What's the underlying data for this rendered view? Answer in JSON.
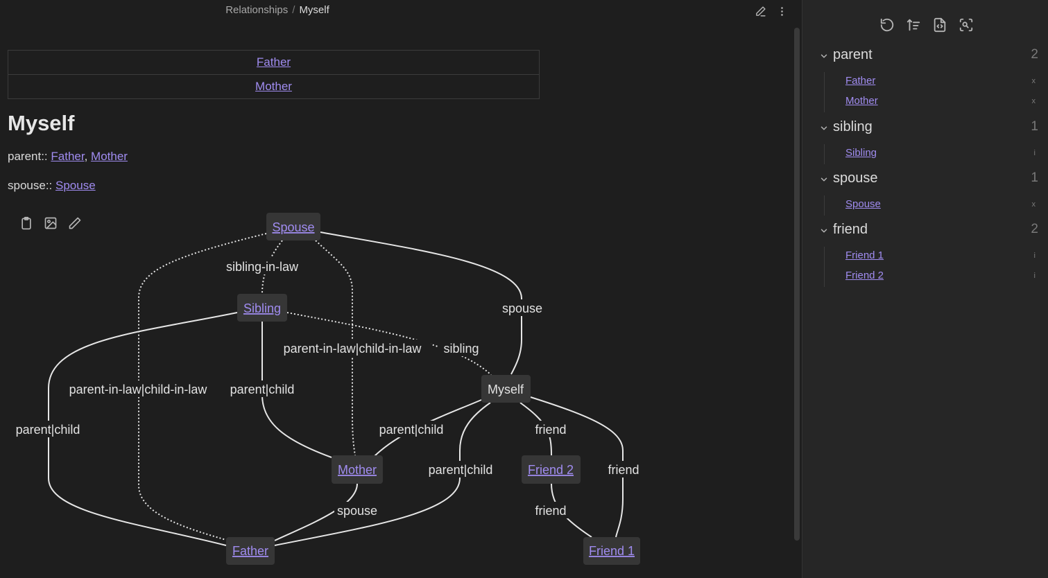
{
  "breadcrumb": {
    "parent": "Relationships",
    "separator": "/",
    "current": "Myself"
  },
  "table": {
    "rows": [
      "Father",
      "Mother"
    ]
  },
  "page_title": "Myself",
  "properties": {
    "parent_key": "parent::",
    "parent_values": [
      "Father",
      "Mother"
    ],
    "spouse_key": "spouse::",
    "spouse_values": [
      "Spouse"
    ]
  },
  "graph": {
    "tools": [
      "clipboard-icon",
      "image-icon",
      "pencil-icon"
    ],
    "nodes": {
      "spouse": "Spouse",
      "sibling": "Sibling",
      "myself": "Myself",
      "mother": "Mother",
      "friend2": "Friend 2",
      "father": "Father",
      "friend1": "Friend 1"
    },
    "edge_labels": {
      "sibling_in_law": "sibling-in-law",
      "spouse_myself": "spouse",
      "parent_child_in_law_center": "parent-in-law|child-in-law",
      "sibling": "sibling",
      "parent_child_in_law_left": "parent-in-law|child-in-law",
      "sibling_mother": "parent|child",
      "sibling_father": "parent|child",
      "myself_mother": "parent|child",
      "myself_friend2": "friend",
      "myself_father": "parent|child",
      "myself_friend1": "friend",
      "mother_father": "spouse",
      "friend2_friend1": "friend"
    }
  },
  "right_panel": {
    "tools": [
      "refresh-icon",
      "sort-icon",
      "file-code-icon",
      "scan-icon"
    ],
    "groups": [
      {
        "name": "parent",
        "count": "2",
        "items": [
          {
            "label": "Father",
            "kind": "x"
          },
          {
            "label": "Mother",
            "kind": "x"
          }
        ]
      },
      {
        "name": "sibling",
        "count": "1",
        "items": [
          {
            "label": "Sibling",
            "kind": "i"
          }
        ]
      },
      {
        "name": "spouse",
        "count": "1",
        "items": [
          {
            "label": "Spouse",
            "kind": "x"
          }
        ]
      },
      {
        "name": "friend",
        "count": "2",
        "items": [
          {
            "label": "Friend 1",
            "kind": "i"
          },
          {
            "label": "Friend 2",
            "kind": "i"
          }
        ]
      }
    ]
  }
}
